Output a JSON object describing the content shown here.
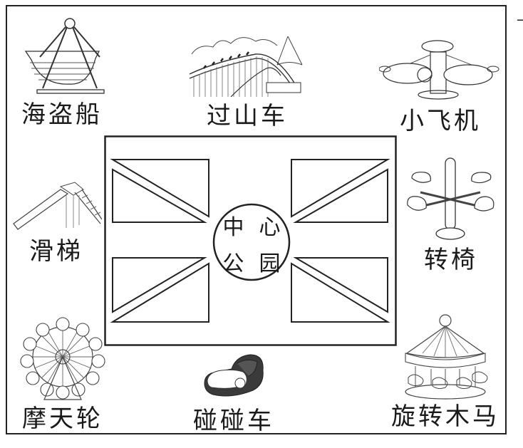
{
  "diagram": {
    "title": "",
    "center": {
      "label": "中心公园",
      "chars": [
        "中",
        "心",
        "公",
        "园"
      ]
    },
    "attractions": [
      {
        "id": "pirate-ship",
        "label": "海盗船",
        "position": "top-left",
        "icon": "pirate-ship-icon"
      },
      {
        "id": "roller-coaster",
        "label": "过山车",
        "position": "top-center",
        "icon": "roller-coaster-icon"
      },
      {
        "id": "small-planes",
        "label": "小飞机",
        "position": "top-right",
        "icon": "small-plane-ride-icon"
      },
      {
        "id": "slide",
        "label": "滑梯",
        "position": "middle-left",
        "icon": "slide-icon"
      },
      {
        "id": "spinning-chairs",
        "label": "转椅",
        "position": "middle-right",
        "icon": "spinning-chair-icon"
      },
      {
        "id": "ferris-wheel",
        "label": "摩天轮",
        "position": "bottom-left",
        "icon": "ferris-wheel-icon"
      },
      {
        "id": "bumper-cars",
        "label": "碰碰车",
        "position": "bottom-center",
        "icon": "bumper-car-icon"
      },
      {
        "id": "carousel",
        "label": "旋转木马",
        "position": "bottom-right",
        "icon": "carousel-icon"
      }
    ],
    "stray_mark": "ㄱ"
  }
}
